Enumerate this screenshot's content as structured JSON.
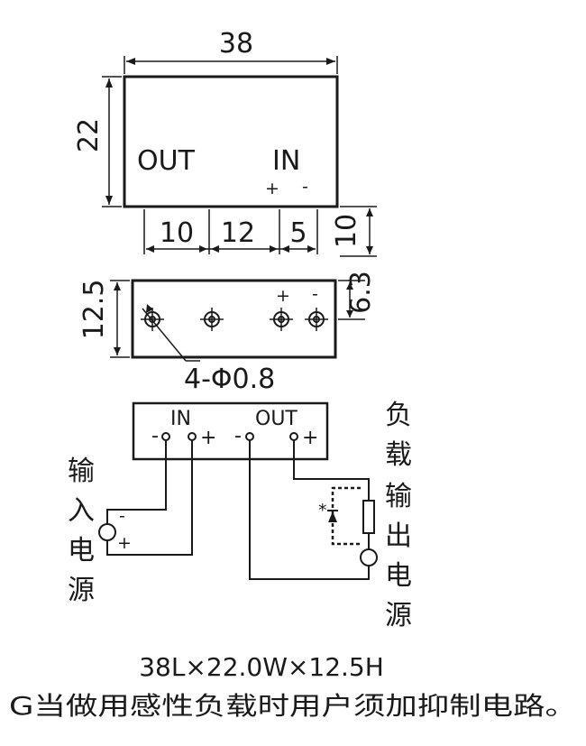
{
  "top_view": {
    "width_dim": "38",
    "height_dim": "22",
    "label_out": "OUT",
    "label_in": "IN",
    "plus": "+",
    "minus": "-",
    "dim_a": "10",
    "dim_b": "12",
    "dim_c": "5",
    "dim_d": "10"
  },
  "side_view": {
    "height_dim": "12.5",
    "offset_dim": "6.3",
    "plus": "+",
    "minus": "-",
    "hole_label": "4-Φ0.8"
  },
  "wiring": {
    "label_in": "IN",
    "label_out": "OUT",
    "in_minus": "-",
    "in_plus": "+",
    "out_minus": "-",
    "out_plus": "+",
    "source_minus": "-",
    "source_plus": "+",
    "input_source_chars": [
      "输",
      "入",
      "电",
      "源"
    ],
    "load_output_chars": [
      "负",
      "载",
      "输",
      "出",
      "电",
      "源"
    ],
    "star": "*"
  },
  "footer": {
    "size_line": "38L×22.0W×12.5H",
    "note": "G当做用感性负载时用户须加抑制电路。"
  }
}
